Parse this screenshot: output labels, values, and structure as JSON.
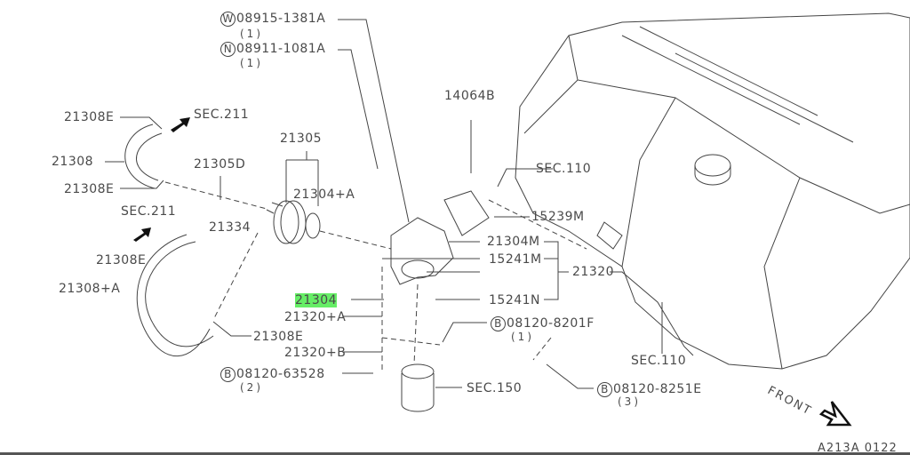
{
  "labels": {
    "w_part": {
      "symbol": "W",
      "number": "08915-1381A",
      "qty": "(1)"
    },
    "n_part": {
      "symbol": "N",
      "number": "08911-1081A",
      "qty": "(1)"
    },
    "p14064b": "14064B",
    "sec110_top": "SEC.110",
    "p21308e_1": "21308E",
    "sec211_1": "SEC.211",
    "p21305": "21305",
    "p21308": "21308",
    "p21305d": "21305D",
    "p21308e_2": "21308E",
    "p21304a": "21304+A",
    "p15239m": "15239M",
    "sec211_2": "SEC.211",
    "p21334": "21334",
    "p21308e_3": "21308E",
    "p21304m": "21304M",
    "p15241m": "15241M",
    "p21320": "21320",
    "p21308a": "21308+A",
    "p21304": "21304",
    "p15241n": "15241N",
    "p21320a": "21320+A",
    "b_8201f": {
      "symbol": "B",
      "number": "08120-8201F",
      "qty": "(1)"
    },
    "p21308e_4": "21308E",
    "p21320b": "21320+B",
    "sec110_bottom": "SEC.110",
    "b_63528": {
      "symbol": "B",
      "number": "08120-63528",
      "qty": "(2)"
    },
    "sec150": "SEC.150",
    "b_8251e": {
      "symbol": "B",
      "number": "08120-8251E",
      "qty": "(3)"
    },
    "front": "FRONT",
    "ref_code": "A213A 0122"
  },
  "colors": {
    "highlight": "#66ee66",
    "line": "#444444"
  }
}
